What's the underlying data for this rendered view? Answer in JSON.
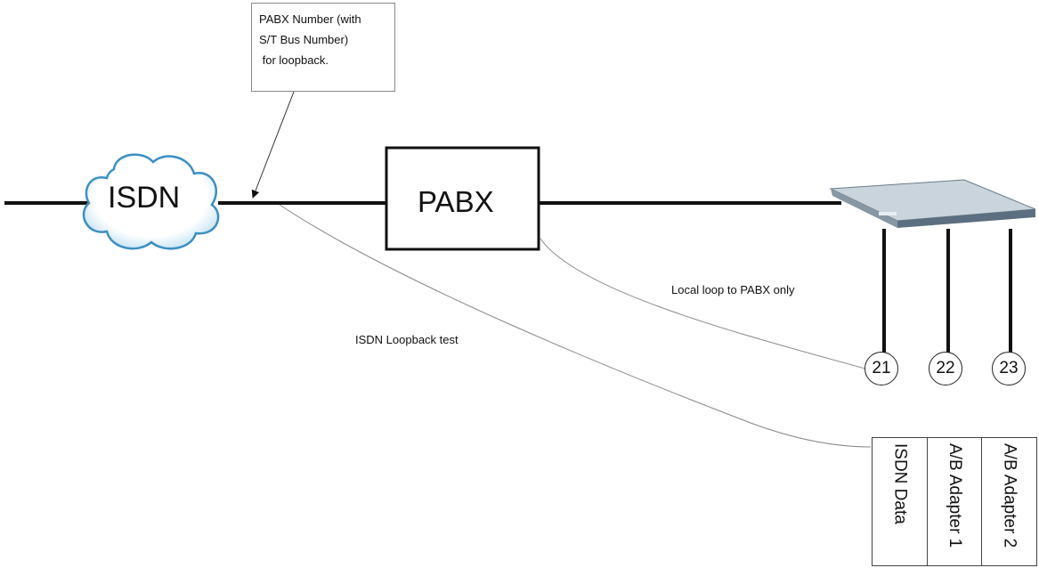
{
  "callout": {
    "lines": [
      "PABX Number (with",
      "S/T Bus Number)",
      " for loopback."
    ]
  },
  "cloud": {
    "label": "ISDN"
  },
  "pabx": {
    "label": "PABX"
  },
  "labels": {
    "local_loop": "Local loop to PABX only",
    "isdn_loopback": "ISDN Loopback test"
  },
  "ports": [
    "21",
    "22",
    "23"
  ],
  "legend": [
    "ISDN Data",
    "A/B Adapter 1",
    "A/B Adapter 2"
  ],
  "colors": {
    "cloud_edge": "#3b8fc4",
    "device_top": "#c9d4dc",
    "device_side": "#5b6f80",
    "line": "#111111"
  }
}
